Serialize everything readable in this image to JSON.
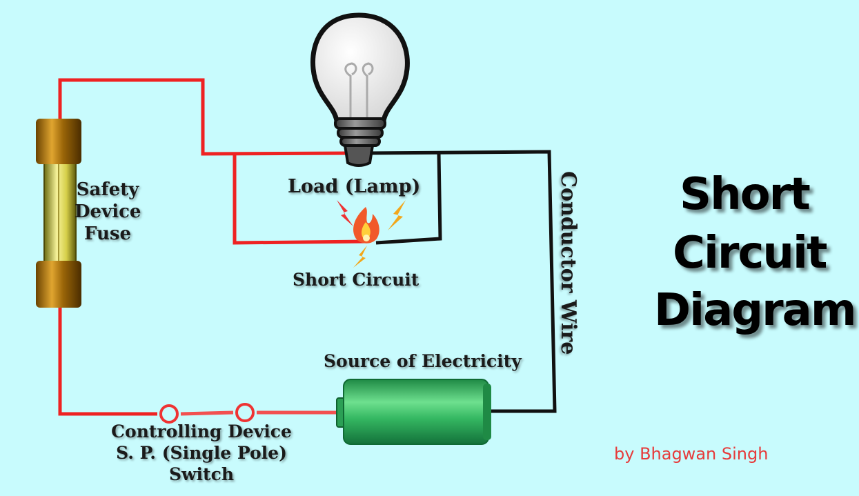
{
  "title": {
    "lines": [
      "Short",
      "Circuit",
      "Diagram"
    ]
  },
  "labels": {
    "fuse": [
      "Safety",
      "Device",
      "Fuse"
    ],
    "load": "Load (Lamp)",
    "short_circuit": "Short Circuit",
    "conductor": "Conductor Wire",
    "source": "Source of Electricity",
    "switch": [
      "Controlling Device",
      "S. P. (Single Pole)",
      "Switch"
    ]
  },
  "credit": "by Bhagwan Singh",
  "colors": {
    "background": "#c8fbfd",
    "live_wire": "#ee2222",
    "neutral_wire": "#111111",
    "switch_wire": "#f25050",
    "battery": "#3cc46a",
    "fuse_cap": "#b07a10",
    "fuse_glass": "#f2ef8a",
    "credit": "#e63b3b"
  },
  "icons": [
    "lamp-icon",
    "fuse-icon",
    "battery-icon",
    "fire-icon",
    "spark-icon",
    "switch-contact-icon"
  ]
}
